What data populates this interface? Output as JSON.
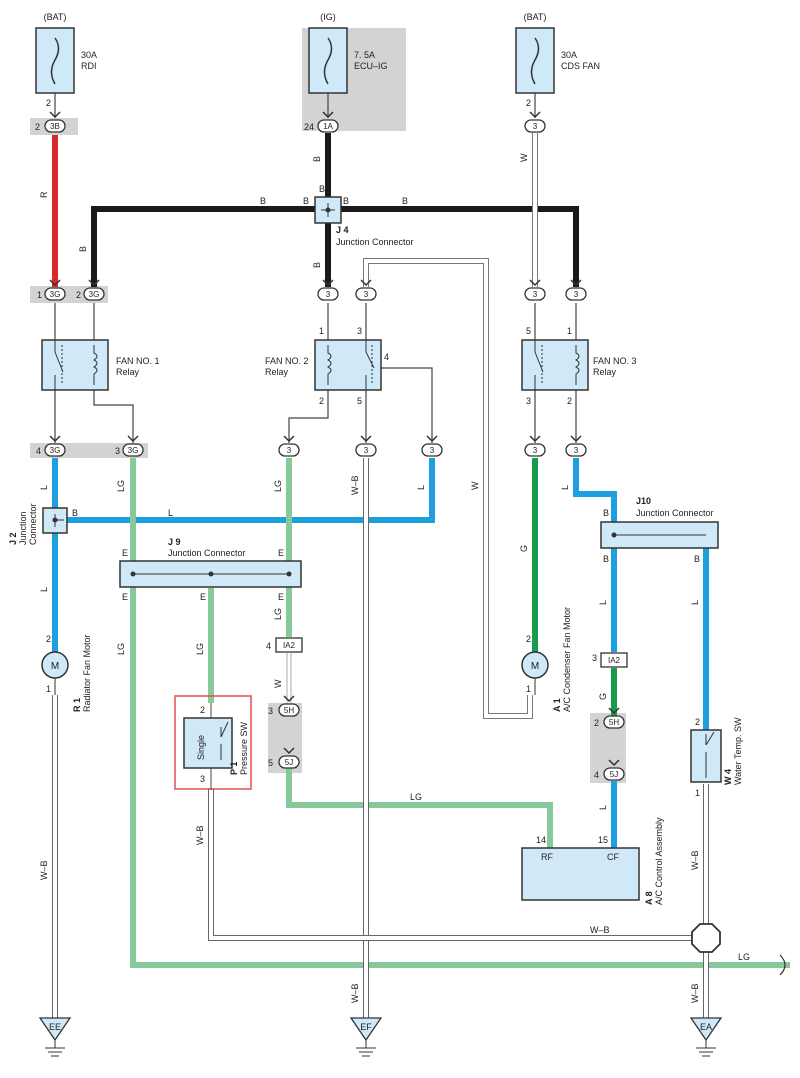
{
  "fuses": [
    {
      "source": "(BAT)",
      "rating": "30A",
      "name": "RDI",
      "pin": "2",
      "conn": "3B",
      "conn_pin": "2"
    },
    {
      "source": "(IG)",
      "rating": "7. 5A",
      "name": "ECU–IG",
      "pin": "24",
      "conn": "1A",
      "conn_pin": "24"
    },
    {
      "source": "(BAT)",
      "rating": "30A",
      "name": "CDS FAN",
      "pin": "2",
      "conn": "3",
      "conn_pin": ""
    }
  ],
  "relays": [
    {
      "name": "FAN NO. 1",
      "sub": "Relay"
    },
    {
      "name": "FAN NO. 2",
      "sub": "Relay",
      "pins": [
        "1",
        "3",
        "4",
        "2",
        "5"
      ]
    },
    {
      "name": "FAN NO. 3",
      "sub": "Relay",
      "pins": [
        "5",
        "1",
        "3",
        "2"
      ]
    }
  ],
  "junctions": {
    "j4": {
      "id": "J 4",
      "name": "Junction Connector"
    },
    "j2": {
      "id": "J 2",
      "name": "Junction Connector"
    },
    "j9": {
      "id": "J 9",
      "name": "Junction Connector"
    },
    "j10": {
      "id": "J10",
      "name": "Junction Connector"
    }
  },
  "components": {
    "r1": {
      "id": "R 1",
      "name": "Radiator Fan Motor",
      "pin_top": "2",
      "pin_bottom": "1",
      "symbol": "M"
    },
    "a1": {
      "id": "A 1",
      "name": "A/C Condenser Fan Motor",
      "pin_top": "2",
      "pin_bottom": "1",
      "symbol": "M"
    },
    "p1": {
      "id": "P 1",
      "name": "Pressure SW",
      "inner": "Single",
      "pin_top": "2",
      "pin_bottom": "3"
    },
    "w4": {
      "id": "W 4",
      "name": "Water Temp. SW",
      "pin_top": "2",
      "pin_bottom": "1"
    },
    "a8": {
      "id": "A 8",
      "name": "A/C Control Assembly",
      "left": "RF",
      "right": "CF",
      "pin_left": "14",
      "pin_right": "15"
    }
  },
  "connectors": {
    "c3g_1": "3G",
    "c3g_2": "3G",
    "c3g_4": "3G",
    "c3g_3": "3G",
    "c3": "3",
    "ia2": "IA2",
    "c5h": "5H",
    "c5j": "5J"
  },
  "pin_labels": {
    "p1": "1",
    "p2": "2",
    "p3": "3",
    "p4": "4",
    "p5": "5",
    "p14": "14",
    "p15": "15",
    "p24": "24"
  },
  "wire_colors": {
    "R": "R",
    "B": "B",
    "W": "W",
    "L": "L",
    "LG": "LG",
    "G": "G",
    "WB": "W–B",
    "E": "E"
  },
  "grounds": [
    "EE",
    "EF",
    "EA"
  ],
  "colors": {
    "red": "#d9282e",
    "black": "#1a1a1a",
    "blue": "#1e9fe0",
    "lightgreen": "#86c99b",
    "green": "#1a9a4a",
    "white_wire": "#ffffff",
    "box_fill": "#cfe9f8",
    "shade": "#d3d3d3",
    "highlight": "#e05050"
  }
}
